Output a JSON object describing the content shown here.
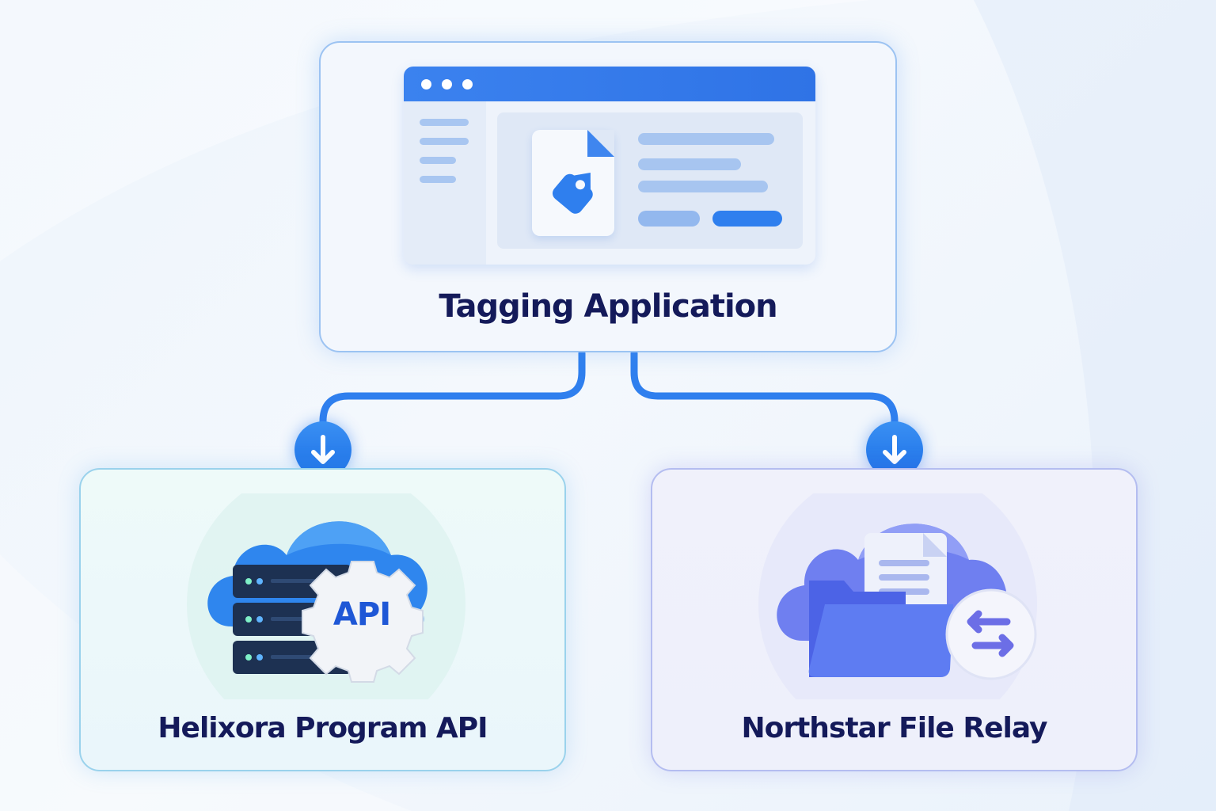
{
  "nodes": {
    "top": {
      "label": "Tagging Application"
    },
    "left": {
      "label": "Helixora Program API"
    },
    "right": {
      "label": "Northstar File Relay"
    }
  },
  "icons": {
    "left_badge_text": "API"
  },
  "colors": {
    "primary": "#2f73e6",
    "title_text": "#141a5a",
    "left_accent": "#2b7fe8",
    "right_accent": "#5a5fe0"
  }
}
